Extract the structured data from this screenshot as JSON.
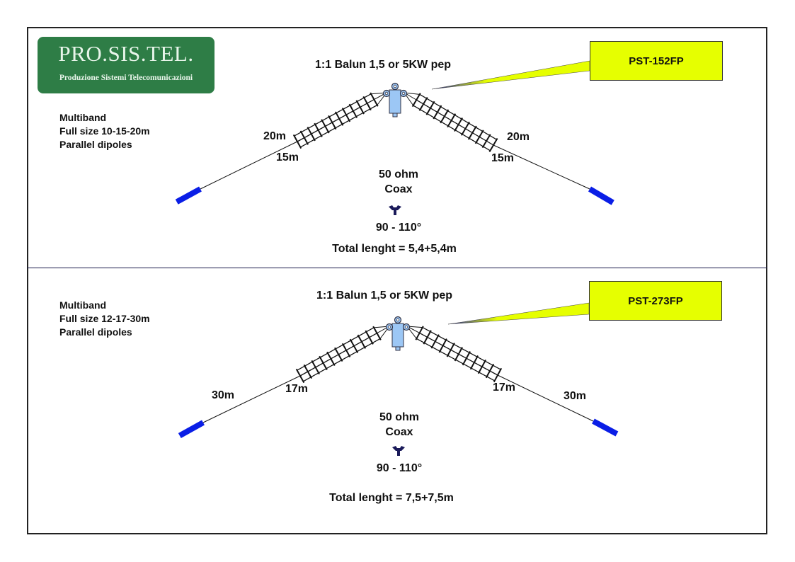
{
  "logo": {
    "title": "PRO.SIS.TEL.",
    "subtitle": "Produzione Sistemi Telecomunicazioni"
  },
  "colors": {
    "logo_bg": "#2e7d46",
    "callout_bg": "#e6ff00",
    "insulator": "#0a1ee6",
    "balun": "#9cc7f5",
    "coax_icon": "#1a1a5a"
  },
  "panels": [
    {
      "description": [
        "Multiband",
        "Full size 10-15-20m",
        "Parallel dipoles"
      ],
      "balun_label": "1:1  Balun 1,5 or 5KW pep",
      "model": "PST-152FP",
      "band_labels": {
        "left_outer": "20m",
        "left_inner": "15m",
        "right_outer": "20m",
        "right_inner": "15m"
      },
      "feed_line": [
        "50 ohm",
        "Coax"
      ],
      "coax_icon": "coax-connector-icon",
      "angle": "90 - 110°",
      "total_length": "Total lenght = 5,4+5,4m"
    },
    {
      "description": [
        "Multiband",
        "Full size 12-17-30m",
        "Parallel dipoles"
      ],
      "balun_label": "1:1  Balun 1,5 or 5KW pep",
      "model": "PST-273FP",
      "band_labels": {
        "left_outer": "30m",
        "left_inner": "17m",
        "right_outer": "30m",
        "right_inner": "17m"
      },
      "feed_line": [
        "50 ohm",
        "Coax"
      ],
      "coax_icon": "coax-connector-icon",
      "angle": "90 - 110°",
      "total_length": "Total lenght = 7,5+7,5m"
    }
  ]
}
